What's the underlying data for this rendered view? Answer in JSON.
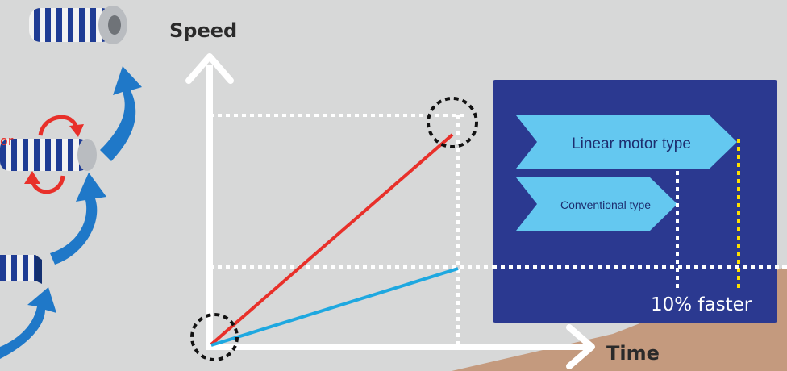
{
  "axes": {
    "y_label": "Speed",
    "x_label": "Time"
  },
  "panel": {
    "linear_label": "Linear motor type",
    "conventional_label": "Conventional type",
    "faster_label": "10% faster"
  },
  "cropped_label": "or",
  "colors": {
    "background": "#d7d8d8",
    "panel": "#2b3990",
    "chevron": "#64c8f0",
    "linear_line": "#e8302a",
    "conventional_line": "#1ea8e0",
    "yellow_marker": "#ffe000",
    "arrow_blue": "#1f78c8",
    "ground": "#c49a7e"
  },
  "icons": [
    "striped-roller-icon",
    "rotating-roller-icon",
    "flat-slab-icon",
    "curved-arrow-icon",
    "rotate-arrows-icon",
    "dashed-circle-icon"
  ]
}
